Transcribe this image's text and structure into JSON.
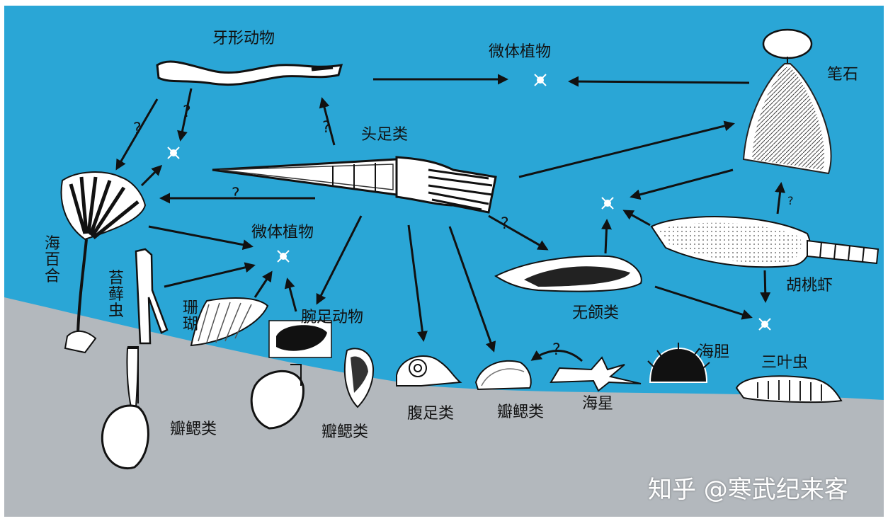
{
  "labels": {
    "yaxing": "牙形动物",
    "weiti_top": "微体植物",
    "bishi": "笔石",
    "touzu": "头足类",
    "haibaihe": "海百合",
    "weiti_mid": "微体植物",
    "taixianchong": "苔藓虫",
    "shanhu": "珊瑚",
    "wanzu": "腕足动物",
    "wuhan": "无颌类",
    "hutaoxia": "胡桃虾",
    "haidan": "海胆",
    "sanyechong": "三叶虫",
    "fuzu": "腹足类",
    "haixing": "海星",
    "bansai_1": "瓣鳃类",
    "bansai_2": "瓣鳃类",
    "bansai_3": "瓣鳃类"
  },
  "question_mark": "?",
  "watermark": "知乎 @寒武纪来客",
  "colors": {
    "sea": "#2aa6d6",
    "floor": "#b3b8bd",
    "ink": "#111111"
  }
}
